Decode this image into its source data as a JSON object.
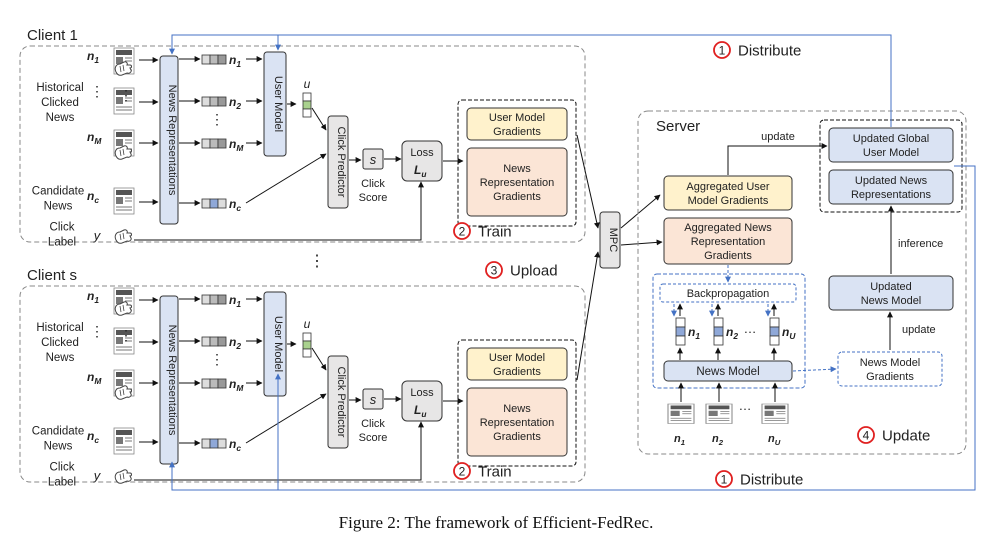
{
  "caption": "Figure 2: The framework of Efficient-FedRec.",
  "clients": [
    {
      "title": "Client 1",
      "historical_label": [
        "Historical",
        "Clicked",
        "News"
      ],
      "candidate_label": [
        "Candidate",
        "News"
      ],
      "click_label": [
        "Click",
        "Label"
      ],
      "click_symbol": "y",
      "news_repr": "News Representations",
      "user_model": "User Model",
      "user_vec": "u",
      "click_predictor": "Click Predictor",
      "score_symbol": "s",
      "click_score": [
        "Click",
        "Score"
      ],
      "loss": "Loss",
      "loss_symbol": "L",
      "loss_sub": "u",
      "grad_user": [
        "User Model",
        "Gradients"
      ],
      "grad_news": [
        "News",
        "Representation",
        "Gradients"
      ],
      "step_num": "2",
      "step_label": "Train"
    },
    {
      "title": "Client s",
      "historical_label": [
        "Historical",
        "Clicked",
        "News"
      ],
      "candidate_label": [
        "Candidate",
        "News"
      ],
      "click_label": [
        "Click",
        "Label"
      ],
      "click_symbol": "y",
      "news_repr": "News Representations",
      "user_model": "User Model",
      "user_vec": "u",
      "click_predictor": "Click Predictor",
      "score_symbol": "s",
      "click_score": [
        "Click",
        "Score"
      ],
      "loss": "Loss",
      "loss_symbol": "L",
      "loss_sub": "u",
      "grad_user": [
        "User Model",
        "Gradients"
      ],
      "grad_news": [
        "News",
        "Representation",
        "Gradients"
      ],
      "step_num": "2",
      "step_label": "Train"
    }
  ],
  "news_symbols": {
    "n1": "n",
    "n1_sub": "1",
    "n2": "n",
    "n2_sub": "2",
    "nM": "n",
    "nM_sub": "M",
    "nc": "n",
    "nc_sub": "c"
  },
  "steps": {
    "distribute_num": "1",
    "distribute_label": "Distribute",
    "upload_num": "3",
    "upload_label": "Upload",
    "update_num": "4",
    "update_label": "Update"
  },
  "mpc": "MPC",
  "server": {
    "title": "Server",
    "agg_user": [
      "Aggregated User",
      "Model Gradients"
    ],
    "agg_news": [
      "Aggregated News",
      "Representation",
      "Gradients"
    ],
    "backprop": "Backpropagation",
    "news_model": "News Model",
    "news_model_grad": [
      "News Model",
      "Gradients"
    ],
    "updated_global": [
      "Updated Global",
      "User Model"
    ],
    "updated_news_repr": [
      "Updated News",
      "Representations"
    ],
    "updated_news_model": [
      "Updated",
      "News Model"
    ],
    "update_label": "update",
    "inference_label": "inference",
    "vec_labels": [
      "n",
      "n",
      "n"
    ],
    "vec_subs": [
      "1",
      "2",
      "U"
    ],
    "doc_labels": [
      "n",
      "n",
      "n"
    ],
    "doc_subs": [
      "1",
      "2",
      "U"
    ],
    "ellipsis": "…"
  },
  "news_icon_text": "NEWS",
  "colors": {
    "blue": "#4472C4",
    "red": "#E02020",
    "yellow_fill": "#FFF2CC",
    "orange_fill": "#FBE5D6",
    "blue_fill": "#DAE3F3",
    "gray_fill": "#E7E6E6",
    "green_fill": "#A9D18E"
  }
}
